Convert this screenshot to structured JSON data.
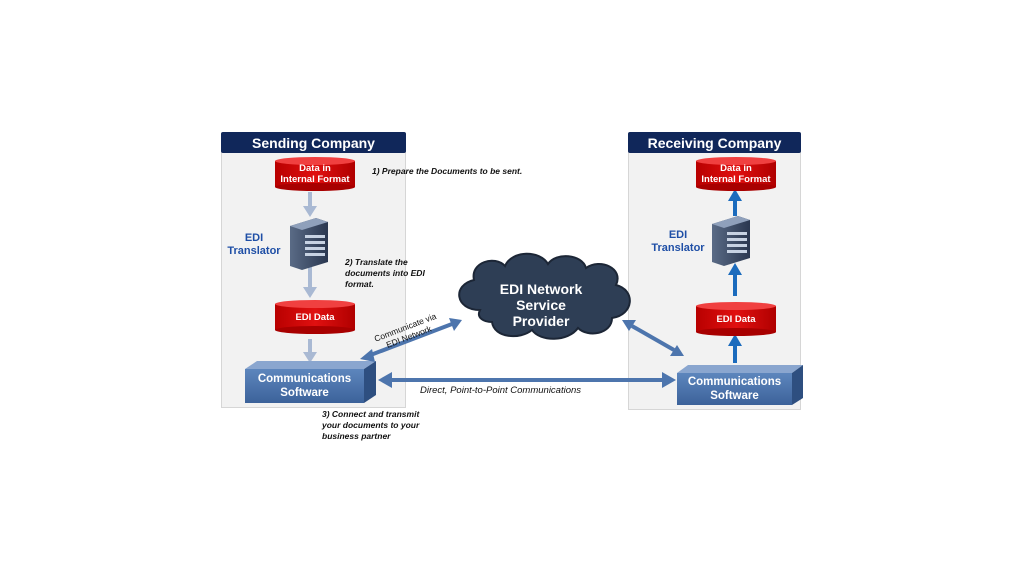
{
  "sending": {
    "header": "Sending Company",
    "data_internal": [
      "Data in",
      "Internal Format"
    ],
    "translator": [
      "EDI",
      "Translator"
    ],
    "edi_data": "EDI Data",
    "comm": [
      "Communications",
      "Software"
    ]
  },
  "receiving": {
    "header": "Receiving Company",
    "data_internal": [
      "Data in",
      "Internal Format"
    ],
    "translator": [
      "EDI",
      "Translator"
    ],
    "edi_data": "EDI Data",
    "comm": [
      "Communications",
      "Software"
    ]
  },
  "steps": {
    "step1": "1) Prepare the Documents to be sent.",
    "step2": [
      "2) Translate  the",
      "documents into EDI",
      "format."
    ],
    "step3": [
      "3) Connect and transmit",
      "your documents to your",
      "business partner"
    ]
  },
  "cloud": [
    "EDI Network",
    "Service",
    "Provider"
  ],
  "links": {
    "via_network": [
      "Communicate via",
      "EDI Network"
    ],
    "direct": "Direct, Point-to-Point Communications"
  },
  "colors": {
    "header_bg": "#10275a",
    "cylinder_red": "#d40000",
    "arrow_grey": "#a9b9d3",
    "arrow_blue": "#1b6bbd",
    "comm_box": "#4d75ad",
    "cloud": "#2e3e55",
    "edi_label": "#1f4fa6"
  },
  "icons": [
    "database-cylinder-icon",
    "server-icon",
    "cloud-icon",
    "arrow-icon"
  ]
}
